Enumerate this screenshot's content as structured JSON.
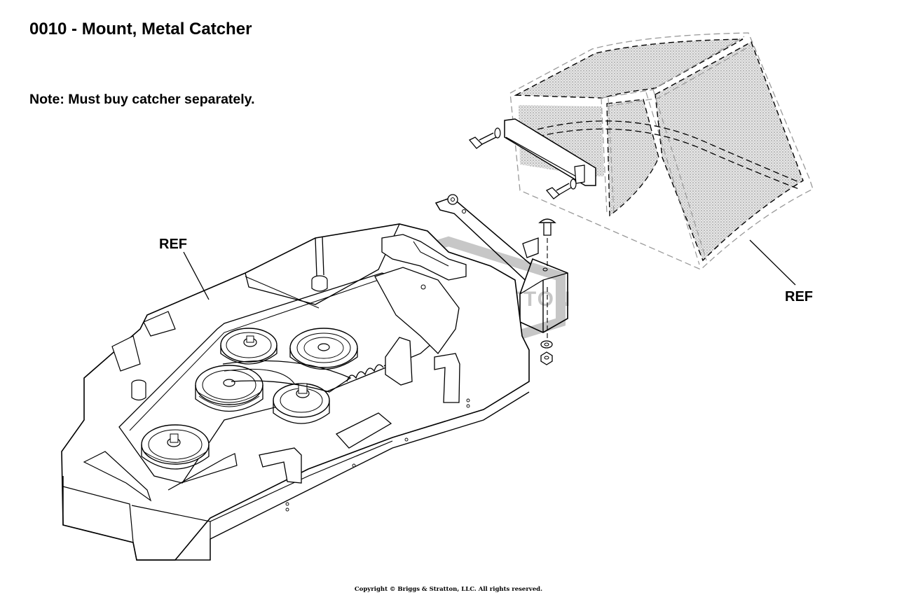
{
  "page": {
    "title": "0010 - Mount, Metal Catcher",
    "note": "Note: Must buy catcher separately.",
    "copyright": "Copyright © Briggs & Stratton, LLC. All rights reserved."
  },
  "callouts": {
    "deck_ref": "REF",
    "catcher_ref": "REF"
  },
  "watermark": {
    "brand": "BRIGGS & STRATTON"
  },
  "parts": [
    {
      "icon": "mower-deck-icon"
    },
    {
      "icon": "catcher-bag-icon"
    },
    {
      "icon": "catcher-mount-bracket-icon"
    },
    {
      "icon": "catcher-hanger-bar-icon"
    },
    {
      "icon": "hex-bolt-icon"
    },
    {
      "icon": "carriage-bolt-icon"
    },
    {
      "icon": "flat-washer-icon"
    },
    {
      "icon": "lock-nut-icon"
    }
  ]
}
